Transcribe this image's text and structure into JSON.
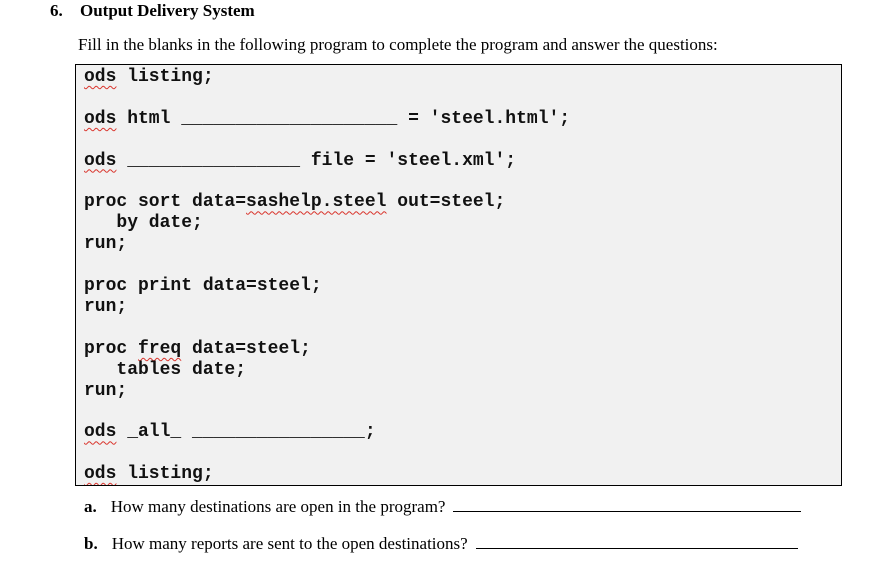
{
  "page": {
    "section_number": "6.",
    "section_title": "Output Delivery System",
    "instructions": "Fill in the blanks in the following program to complete the program and answer the questions:"
  },
  "code": {
    "lines": [
      [
        {
          "t": "ods",
          "w": true
        },
        {
          "t": " listing;"
        }
      ],
      [],
      [
        {
          "t": "ods",
          "w": true
        },
        {
          "t": " html "
        },
        {
          "t": "____________________",
          "blank": true
        },
        {
          "t": " = 'steel.html';"
        }
      ],
      [],
      [
        {
          "t": "ods",
          "w": true
        },
        {
          "t": " "
        },
        {
          "t": "________________",
          "blank": true
        },
        {
          "t": " file = 'steel.xml';"
        }
      ],
      [],
      [
        {
          "t": "proc sort data="
        },
        {
          "t": "sashelp.steel",
          "w": true
        },
        {
          "t": " out=steel;"
        }
      ],
      [
        {
          "t": "   by date;"
        }
      ],
      [
        {
          "t": "run;"
        }
      ],
      [],
      [
        {
          "t": "proc print data=steel;"
        }
      ],
      [
        {
          "t": "run;"
        }
      ],
      [],
      [
        {
          "t": "proc "
        },
        {
          "t": "freq",
          "w": true
        },
        {
          "t": " data=steel;"
        }
      ],
      [
        {
          "t": "   tables date;"
        }
      ],
      [
        {
          "t": "run;"
        }
      ],
      [],
      [
        {
          "t": "ods",
          "w": true
        },
        {
          "t": " _all_ "
        },
        {
          "t": "________________",
          "blank": true
        },
        {
          "t": ";"
        }
      ],
      [],
      [
        {
          "t": "ods",
          "w": true
        },
        {
          "t": " listing;"
        }
      ]
    ]
  },
  "questions": [
    {
      "label": "a.",
      "text": "How many destinations are open in the program?"
    },
    {
      "label": "b.",
      "text": "How many reports are sent to the open destinations?"
    }
  ],
  "colors": {
    "code_box_bg": "#f1f1f1",
    "code_box_border": "#000000",
    "spellcheck_red": "#d9332b",
    "text": "#000000"
  }
}
